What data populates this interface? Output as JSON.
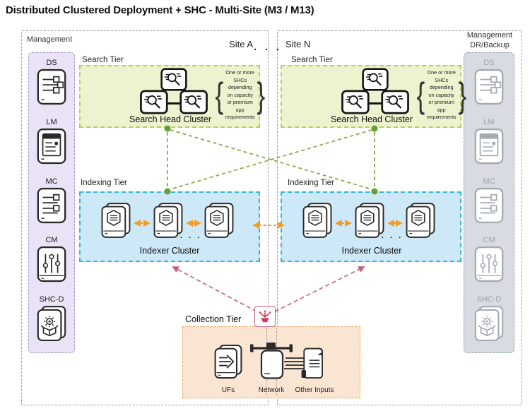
{
  "title": "Distributed Clustered Deployment + SHC - Multi-Site (M3 / M13)",
  "sites": {
    "site_a": "Site A",
    "site_n": "Site N",
    "separator": ". . ."
  },
  "management": {
    "label": "Management",
    "items": [
      {
        "label": "DS",
        "icon": "deployment-server-icon"
      },
      {
        "label": "LM",
        "icon": "license-master-icon"
      },
      {
        "label": "MC",
        "icon": "monitoring-console-icon"
      },
      {
        "label": "CM",
        "icon": "cluster-master-icon"
      },
      {
        "label": "SHC-D",
        "icon": "deployer-icon"
      }
    ]
  },
  "management_dr": {
    "label_line1": "Management",
    "label_line2": "DR/Backup",
    "items": [
      {
        "label": "DS",
        "icon": "deployment-server-icon"
      },
      {
        "label": "LM",
        "icon": "license-master-icon"
      },
      {
        "label": "MC",
        "icon": "monitoring-console-icon"
      },
      {
        "label": "CM",
        "icon": "cluster-master-icon"
      },
      {
        "label": "SHC-D",
        "icon": "deployer-icon"
      }
    ]
  },
  "search_tier": {
    "label": "Search Tier",
    "cluster_label": "Search Head Cluster",
    "note": "One or more SHCs depending on capacity or premium app requirements",
    "brace_left": "{",
    "brace_right": "}"
  },
  "indexing_tier": {
    "label": "Indexing Tier",
    "cluster_label": "Indexer Cluster",
    "ellipsis": ". . ."
  },
  "collection_tier": {
    "label": "Collection Tier",
    "inputs": [
      {
        "label": "UFs",
        "icon": "universal-forwarder-icon"
      },
      {
        "label": "Network",
        "icon": "network-input-icon"
      },
      {
        "label": "Other Inputs",
        "icon": "other-inputs-icon"
      }
    ]
  },
  "colors": {
    "management_fill": "#eae3f5",
    "management_border": "#a292cf",
    "dr_fill": "#d8dce2",
    "dr_border": "#99a3b1",
    "search_fill": "#edf3cf",
    "search_border": "#b9ce62",
    "indexing_fill": "#cde9f8",
    "indexing_border": "#36b3d9",
    "collection_fill": "#fae4d2",
    "collection_border": "#efa763",
    "search_link_green": "#64a132",
    "indexer_replication_orange": "#f49d26",
    "forwarding_pink": "#c75d7c"
  }
}
